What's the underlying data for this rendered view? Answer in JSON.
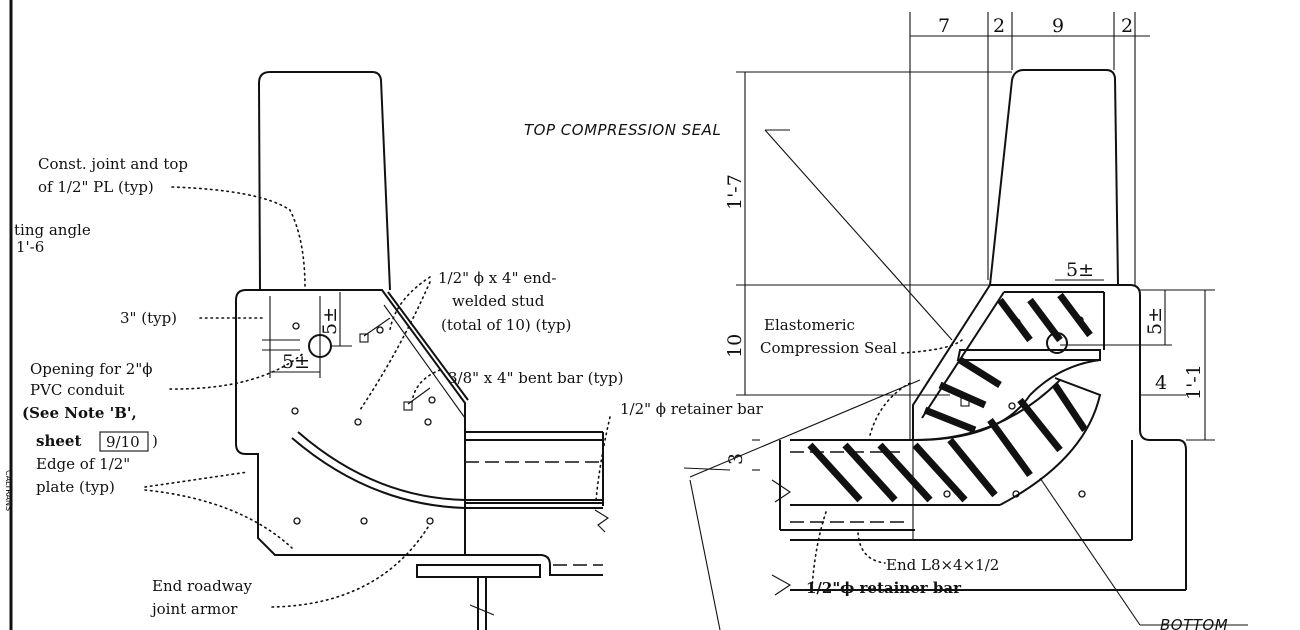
{
  "left_view": {
    "const_joint": [
      "Const. joint and top",
      "of 1/2\" PL  (typ)"
    ],
    "sitting_angle": [
      "ting angle",
      "1'-6"
    ],
    "typ_3": "3\" (typ)",
    "dim_5_vert": "5±",
    "dim_5_horiz": "5±",
    "stud": [
      "1/2\" ϕ x 4\" end-",
      "welded stud",
      "(total of 10) (typ)"
    ],
    "opening": [
      "Opening for 2\"ϕ",
      "PVC conduit"
    ],
    "see_note": [
      "(See Note 'B',",
      "sheet",
      "9/10",
      ")"
    ],
    "bent_bar": "3/8\" x 4\" bent bar (typ)",
    "retainer_bar": "1/2\" ϕ retainer bar",
    "edge_plate": [
      "Edge of 1/2\"",
      "plate (typ)"
    ],
    "end_armor": [
      "End roadway",
      "joint armor"
    ]
  },
  "right_view": {
    "top_seal": "TOP COMPRESSION SEAL",
    "bottom_label": "BOTTOM",
    "dims_top": [
      "7",
      "2",
      "9",
      "2"
    ],
    "dim_1_7": "1'-7",
    "dim_10": "10",
    "dim_3": "3",
    "dim_5_horiz": "5±",
    "dim_5_vert": "5±",
    "dim_4": "4",
    "dim_1_1": "1'-1",
    "elastomeric": [
      "Elastomeric",
      "Compression Seal"
    ],
    "end_angle": "End L8×4×1/2",
    "retainer_bar": "1/2\"ϕ retainer bar"
  },
  "margin_text": "CALTRANS"
}
